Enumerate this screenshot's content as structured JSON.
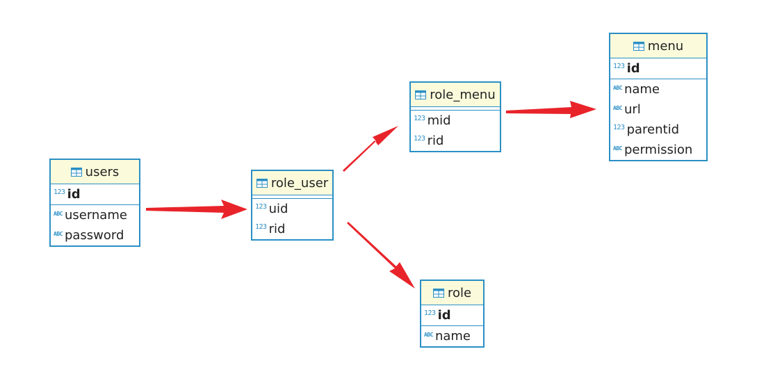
{
  "colors": {
    "border": "#2a8fc4",
    "header_bg": "#fbfbdc",
    "arrow": "#e8242a"
  },
  "entities": {
    "users": {
      "title": "users",
      "pk": [
        {
          "name": "id",
          "type_icon": "123"
        }
      ],
      "columns": [
        {
          "name": "username",
          "type_icon": "ABC"
        },
        {
          "name": "password",
          "type_icon": "ABC"
        }
      ]
    },
    "role_user": {
      "title": "role_user",
      "columns": [
        {
          "name": "uid",
          "type_icon": "123"
        },
        {
          "name": "rid",
          "type_icon": "123"
        }
      ]
    },
    "role_menu": {
      "title": "role_menu",
      "columns": [
        {
          "name": "mid",
          "type_icon": "123"
        },
        {
          "name": "rid",
          "type_icon": "123"
        }
      ]
    },
    "menu": {
      "title": "menu",
      "pk": [
        {
          "name": "id",
          "type_icon": "123"
        }
      ],
      "columns": [
        {
          "name": "name",
          "type_icon": "ABC"
        },
        {
          "name": "url",
          "type_icon": "ABC"
        },
        {
          "name": "parentid",
          "type_icon": "123"
        },
        {
          "name": "permission",
          "type_icon": "ABC"
        }
      ]
    },
    "role": {
      "title": "role",
      "pk": [
        {
          "name": "id",
          "type_icon": "123"
        }
      ],
      "columns": [
        {
          "name": "name",
          "type_icon": "ABC"
        }
      ]
    }
  },
  "relationships": [
    {
      "from": "users",
      "to": "role_user"
    },
    {
      "from": "role_user",
      "to": "role_menu"
    },
    {
      "from": "role_user",
      "to": "role"
    },
    {
      "from": "role_menu",
      "to": "menu"
    }
  ]
}
